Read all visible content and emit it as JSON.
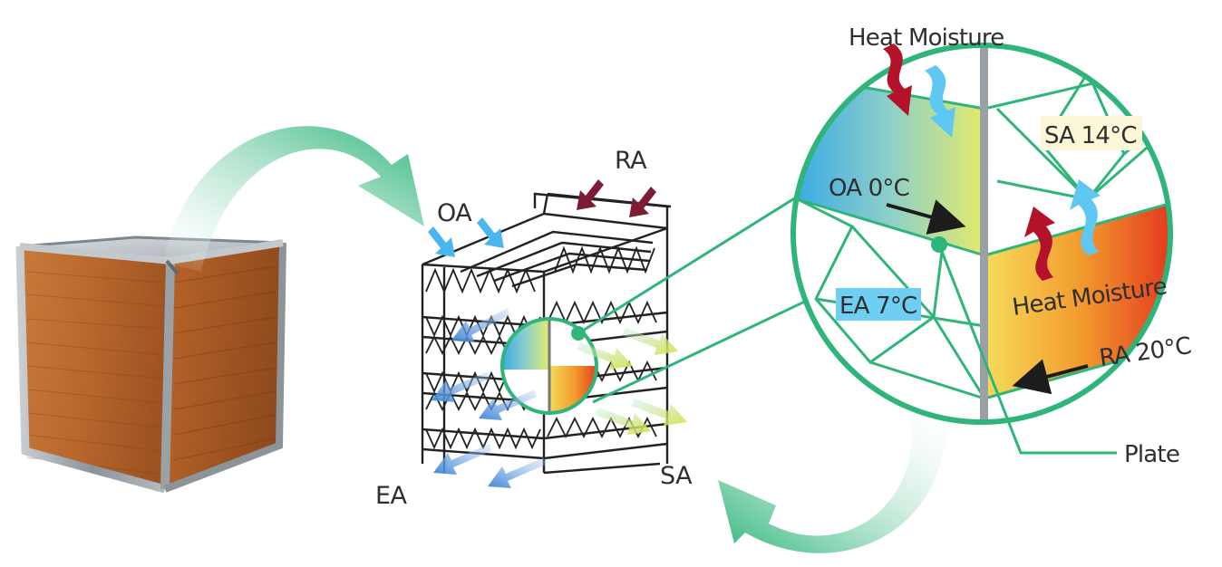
{
  "labels": {
    "oa": "OA",
    "ra": "RA",
    "ea": "EA",
    "sa": "SA",
    "heat_moisture_top": "Heat Moisture",
    "sa_temp": "SA 14°C",
    "oa_temp": "OA 0°C",
    "ea_temp": "EA 7°C",
    "heat_moisture_bottom": "Heat Moisture",
    "ra_temp": "RA 20°C",
    "plate": "Plate"
  },
  "colors": {
    "green": "#2fb57a",
    "warm_arrow": "#b3122a",
    "cool_arrow": "#5ec8f2",
    "ra_arrow": "#7d1c34",
    "wood": "#b56528",
    "metal": "#9aa2a8"
  }
}
